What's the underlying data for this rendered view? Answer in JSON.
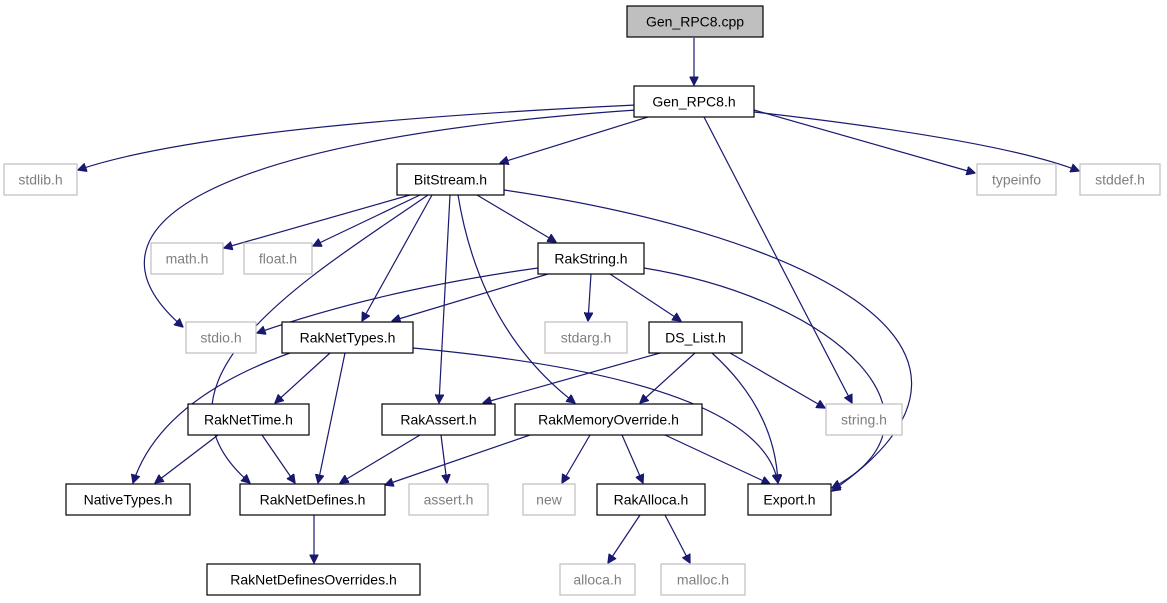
{
  "diagram": {
    "colors": {
      "edge": "#191970",
      "root_fill": "#bfbfbf",
      "project_border": "#000000",
      "system_border": "#bfbfbf",
      "system_text": "#7f7f7f"
    },
    "nodes": [
      {
        "id": "gen_rpc8_cpp",
        "label": "Gen_RPC8.cpp",
        "kind": "root"
      },
      {
        "id": "gen_rpc8_h",
        "label": "Gen_RPC8.h",
        "kind": "project"
      },
      {
        "id": "stdlib_h",
        "label": "stdlib.h",
        "kind": "system"
      },
      {
        "id": "bitstream_h",
        "label": "BitStream.h",
        "kind": "project"
      },
      {
        "id": "typeinfo",
        "label": "typeinfo",
        "kind": "system"
      },
      {
        "id": "stddef_h",
        "label": "stddef.h",
        "kind": "system"
      },
      {
        "id": "math_h",
        "label": "math.h",
        "kind": "system"
      },
      {
        "id": "float_h",
        "label": "float.h",
        "kind": "system"
      },
      {
        "id": "rakstring_h",
        "label": "RakString.h",
        "kind": "project"
      },
      {
        "id": "stdio_h",
        "label": "stdio.h",
        "kind": "system"
      },
      {
        "id": "raknettypes_h",
        "label": "RakNetTypes.h",
        "kind": "project"
      },
      {
        "id": "stdarg_h",
        "label": "stdarg.h",
        "kind": "system"
      },
      {
        "id": "ds_list_h",
        "label": "DS_List.h",
        "kind": "project"
      },
      {
        "id": "raknettime_h",
        "label": "RakNetTime.h",
        "kind": "project"
      },
      {
        "id": "rakassert_h",
        "label": "RakAssert.h",
        "kind": "project"
      },
      {
        "id": "rakmemoryoverride_h",
        "label": "RakMemoryOverride.h",
        "kind": "project"
      },
      {
        "id": "string_h",
        "label": "string.h",
        "kind": "system"
      },
      {
        "id": "nativetypes_h",
        "label": "NativeTypes.h",
        "kind": "project"
      },
      {
        "id": "raknetdefines_h",
        "label": "RakNetDefines.h",
        "kind": "project"
      },
      {
        "id": "assert_h",
        "label": "assert.h",
        "kind": "system"
      },
      {
        "id": "new",
        "label": "new",
        "kind": "system"
      },
      {
        "id": "rakalloca_h",
        "label": "RakAlloca.h",
        "kind": "project"
      },
      {
        "id": "export_h",
        "label": "Export.h",
        "kind": "project"
      },
      {
        "id": "raknetdefinesoverrides_h",
        "label": "RakNetDefinesOverrides.h",
        "kind": "project"
      },
      {
        "id": "alloca_h",
        "label": "alloca.h",
        "kind": "system"
      },
      {
        "id": "malloc_h",
        "label": "malloc.h",
        "kind": "system"
      }
    ],
    "edges": [
      {
        "from": "gen_rpc8_cpp",
        "to": "gen_rpc8_h"
      },
      {
        "from": "gen_rpc8_h",
        "to": "stdlib_h"
      },
      {
        "from": "gen_rpc8_h",
        "to": "stdio_h"
      },
      {
        "from": "gen_rpc8_h",
        "to": "bitstream_h"
      },
      {
        "from": "gen_rpc8_h",
        "to": "string_h"
      },
      {
        "from": "gen_rpc8_h",
        "to": "typeinfo"
      },
      {
        "from": "gen_rpc8_h",
        "to": "stddef_h"
      },
      {
        "from": "bitstream_h",
        "to": "math_h"
      },
      {
        "from": "bitstream_h",
        "to": "float_h"
      },
      {
        "from": "bitstream_h",
        "to": "rakstring_h"
      },
      {
        "from": "bitstream_h",
        "to": "raknettypes_h"
      },
      {
        "from": "bitstream_h",
        "to": "rakassert_h"
      },
      {
        "from": "bitstream_h",
        "to": "rakmemoryoverride_h"
      },
      {
        "from": "bitstream_h",
        "to": "raknetdefines_h"
      },
      {
        "from": "bitstream_h",
        "to": "export_h"
      },
      {
        "from": "rakstring_h",
        "to": "stdio_h"
      },
      {
        "from": "rakstring_h",
        "to": "raknettypes_h"
      },
      {
        "from": "rakstring_h",
        "to": "stdarg_h"
      },
      {
        "from": "rakstring_h",
        "to": "ds_list_h"
      },
      {
        "from": "rakstring_h",
        "to": "export_h"
      },
      {
        "from": "raknettypes_h",
        "to": "nativetypes_h"
      },
      {
        "from": "raknettypes_h",
        "to": "raknettime_h"
      },
      {
        "from": "raknettypes_h",
        "to": "raknetdefines_h"
      },
      {
        "from": "raknettypes_h",
        "to": "export_h"
      },
      {
        "from": "ds_list_h",
        "to": "rakassert_h"
      },
      {
        "from": "ds_list_h",
        "to": "rakmemoryoverride_h"
      },
      {
        "from": "ds_list_h",
        "to": "string_h"
      },
      {
        "from": "ds_list_h",
        "to": "export_h"
      },
      {
        "from": "raknettime_h",
        "to": "nativetypes_h"
      },
      {
        "from": "raknettime_h",
        "to": "raknetdefines_h"
      },
      {
        "from": "rakassert_h",
        "to": "raknetdefines_h"
      },
      {
        "from": "rakassert_h",
        "to": "assert_h"
      },
      {
        "from": "rakmemoryoverride_h",
        "to": "raknetdefines_h"
      },
      {
        "from": "rakmemoryoverride_h",
        "to": "new"
      },
      {
        "from": "rakmemoryoverride_h",
        "to": "rakalloca_h"
      },
      {
        "from": "rakmemoryoverride_h",
        "to": "export_h"
      },
      {
        "from": "raknetdefines_h",
        "to": "raknetdefinesoverrides_h"
      },
      {
        "from": "rakalloca_h",
        "to": "alloca_h"
      },
      {
        "from": "rakalloca_h",
        "to": "malloc_h"
      }
    ]
  }
}
